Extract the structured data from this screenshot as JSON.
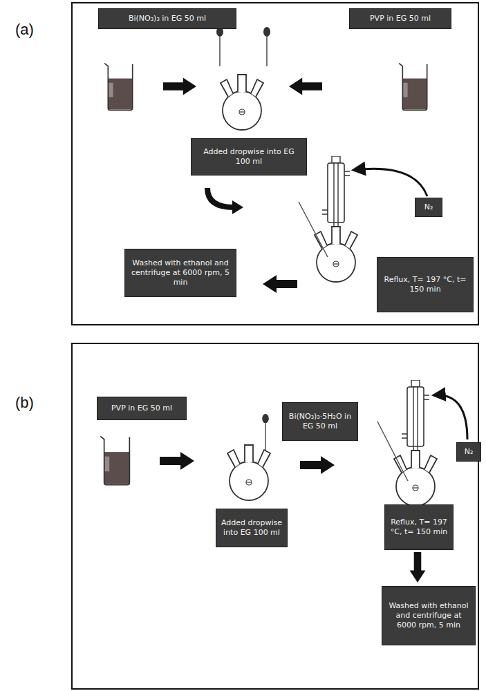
{
  "diagram": {
    "nodes": [
      {
        "text": [
          "Bi(NO₃)₃ in EG 50 ml"
        ]
      },
      {
        "text": [
          "PVP in EG 50 ml"
        ]
      },
      {
        "text": [
          "Added dropwise into EG 100 ml"
        ]
      },
      {
        "text": [
          "N₂"
        ]
      },
      {
        "text": [
          "Washed with ethanol and centrifuge at 6000 rpm, 5 min"
        ]
      },
      {
        "text": [
          "Reflux, T= 197 °C, t= 150 min"
        ]
      },
      {
        "text": [
          "PVP in EG 50 ml"
        ]
      },
      {
        "text": [
          "Bi(NO₃)₃·5H₂O in EG 50 ml"
        ]
      },
      {
        "text": [
          "Added dropwise into EG 100 ml"
        ]
      },
      {
        "text": [
          "N₂"
        ]
      },
      {
        "text": [
          "Reflux, T= 197 °C, t= 150 min"
        ]
      },
      {
        "text": [
          "Washed with ethanol and centrifuge at 6000 rpm, 5 min"
        ]
      }
    ],
    "labels": [
      "(a)",
      "(b)"
    ]
  }
}
